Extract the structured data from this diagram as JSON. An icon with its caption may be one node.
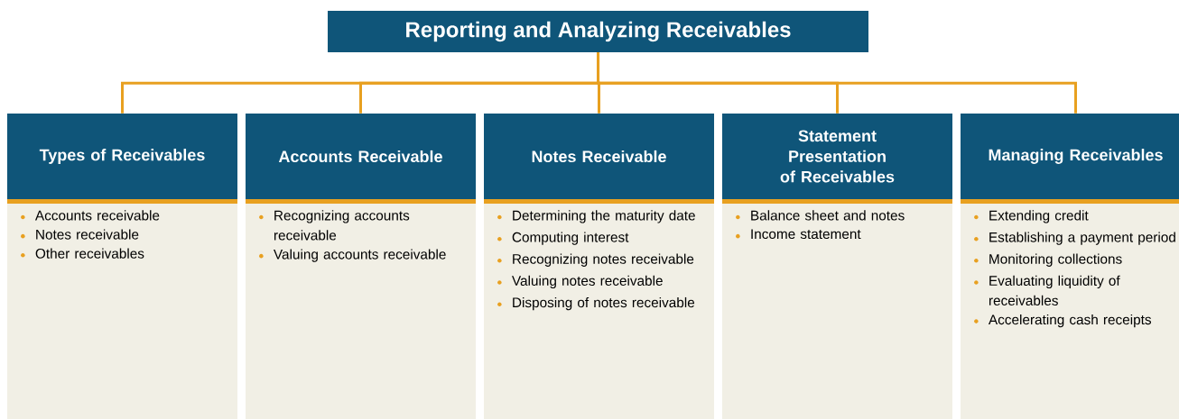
{
  "diagram": {
    "nodes": [
      {
        "text": [
          "Reporting and Analyzing Receivables"
        ]
      },
      {
        "text": [
          "Types of Receivables",
          "Accounts receivable",
          "Notes receivable",
          "Other receivables"
        ]
      },
      {
        "text": [
          "Accounts Receivable",
          "Recognizing accounts receivable",
          "Valuing accounts receivable"
        ]
      },
      {
        "text": [
          "Notes Receivable",
          "Determining the maturity date",
          "Computing interest",
          "Recognizing notes receivable",
          "Valuing notes receivable",
          "Disposing of notes receivable"
        ]
      },
      {
        "text": [
          "Statement Presentation of Receivables",
          "Balance sheet and notes",
          "Income statement"
        ]
      },
      {
        "text": [
          "Managing Receivables",
          "Extending credit",
          "Establishing a payment period",
          "Monitoring collections",
          "Evaluating liquidity of receivables",
          "Accelerating cash receipts"
        ]
      }
    ],
    "edges": [
      {
        "from": 0,
        "to": 1,
        "arrow": "none"
      },
      {
        "from": 0,
        "to": 2,
        "arrow": "none"
      },
      {
        "from": 0,
        "to": 3,
        "arrow": "none"
      },
      {
        "from": 0,
        "to": 4,
        "arrow": "none"
      },
      {
        "from": 0,
        "to": 5,
        "arrow": "none"
      }
    ]
  }
}
